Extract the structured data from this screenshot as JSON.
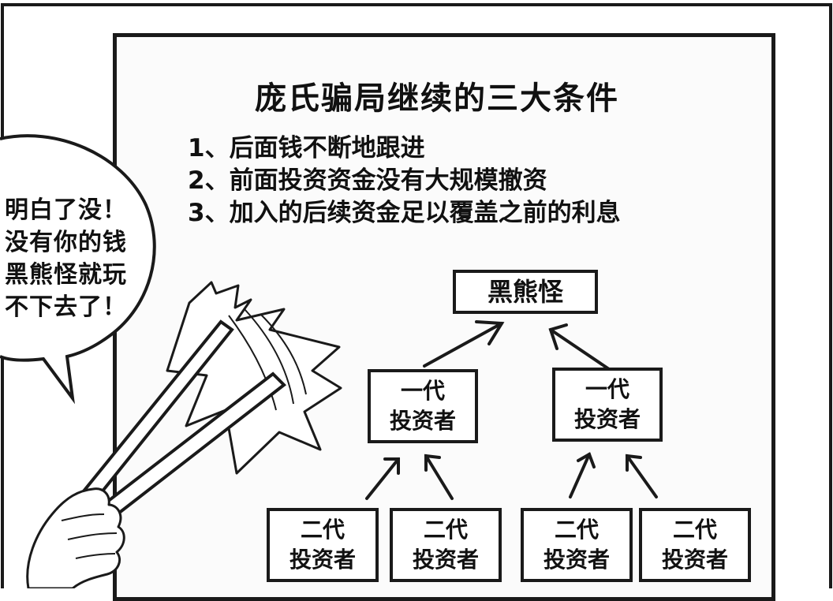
{
  "title": "庞氏骗局继续的三大条件",
  "conditions": [
    {
      "num": "1、",
      "text": "后面钱不断地跟进"
    },
    {
      "num": "2、",
      "text": "前面投资资金没有大规模撤资"
    },
    {
      "num": "3、",
      "text": "加入的后续资金足以覆盖之前的利息"
    }
  ],
  "speech_bubble": {
    "lines": [
      "明白了没！",
      "没有你的钱",
      "黑熊怪就玩",
      "不下去了！"
    ]
  },
  "hierarchy": {
    "top": {
      "label": "黑熊怪"
    },
    "first_generation": [
      {
        "line1": "一代",
        "line2": "投资者"
      },
      {
        "line1": "一代",
        "line2": "投资者"
      }
    ],
    "second_generation": [
      {
        "line1": "二代",
        "line2": "投资者"
      },
      {
        "line1": "二代",
        "line2": "投资者"
      },
      {
        "line1": "二代",
        "line2": "投资者"
      },
      {
        "line1": "二代",
        "line2": "投资者"
      }
    ]
  }
}
